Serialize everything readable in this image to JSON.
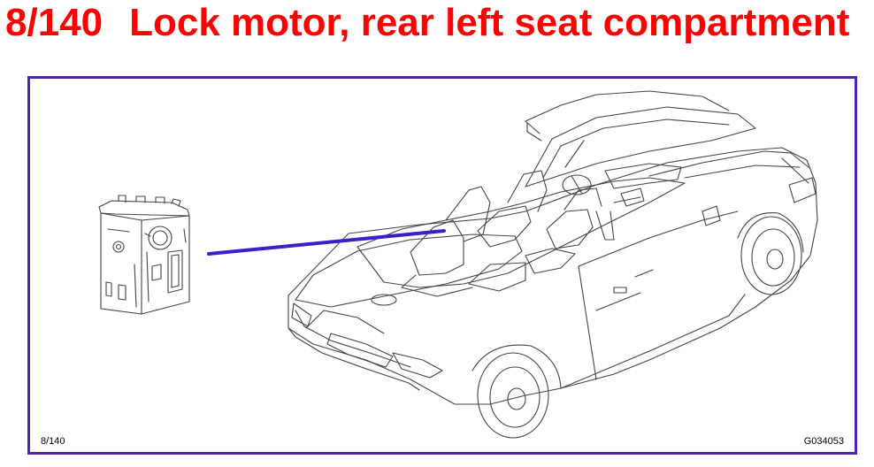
{
  "header": {
    "figure_number": "8/140",
    "title": "Lock motor, rear left seat compartment",
    "title_color": "#ff0000"
  },
  "diagram": {
    "frame_color": "#4a22b0",
    "leader_color": "#3c1ecb",
    "components": [
      {
        "name": "lock-motor",
        "label": ""
      },
      {
        "name": "convertible-car",
        "label": ""
      }
    ]
  },
  "footer": {
    "figure_ref": "8/140",
    "image_code": "G034053"
  }
}
